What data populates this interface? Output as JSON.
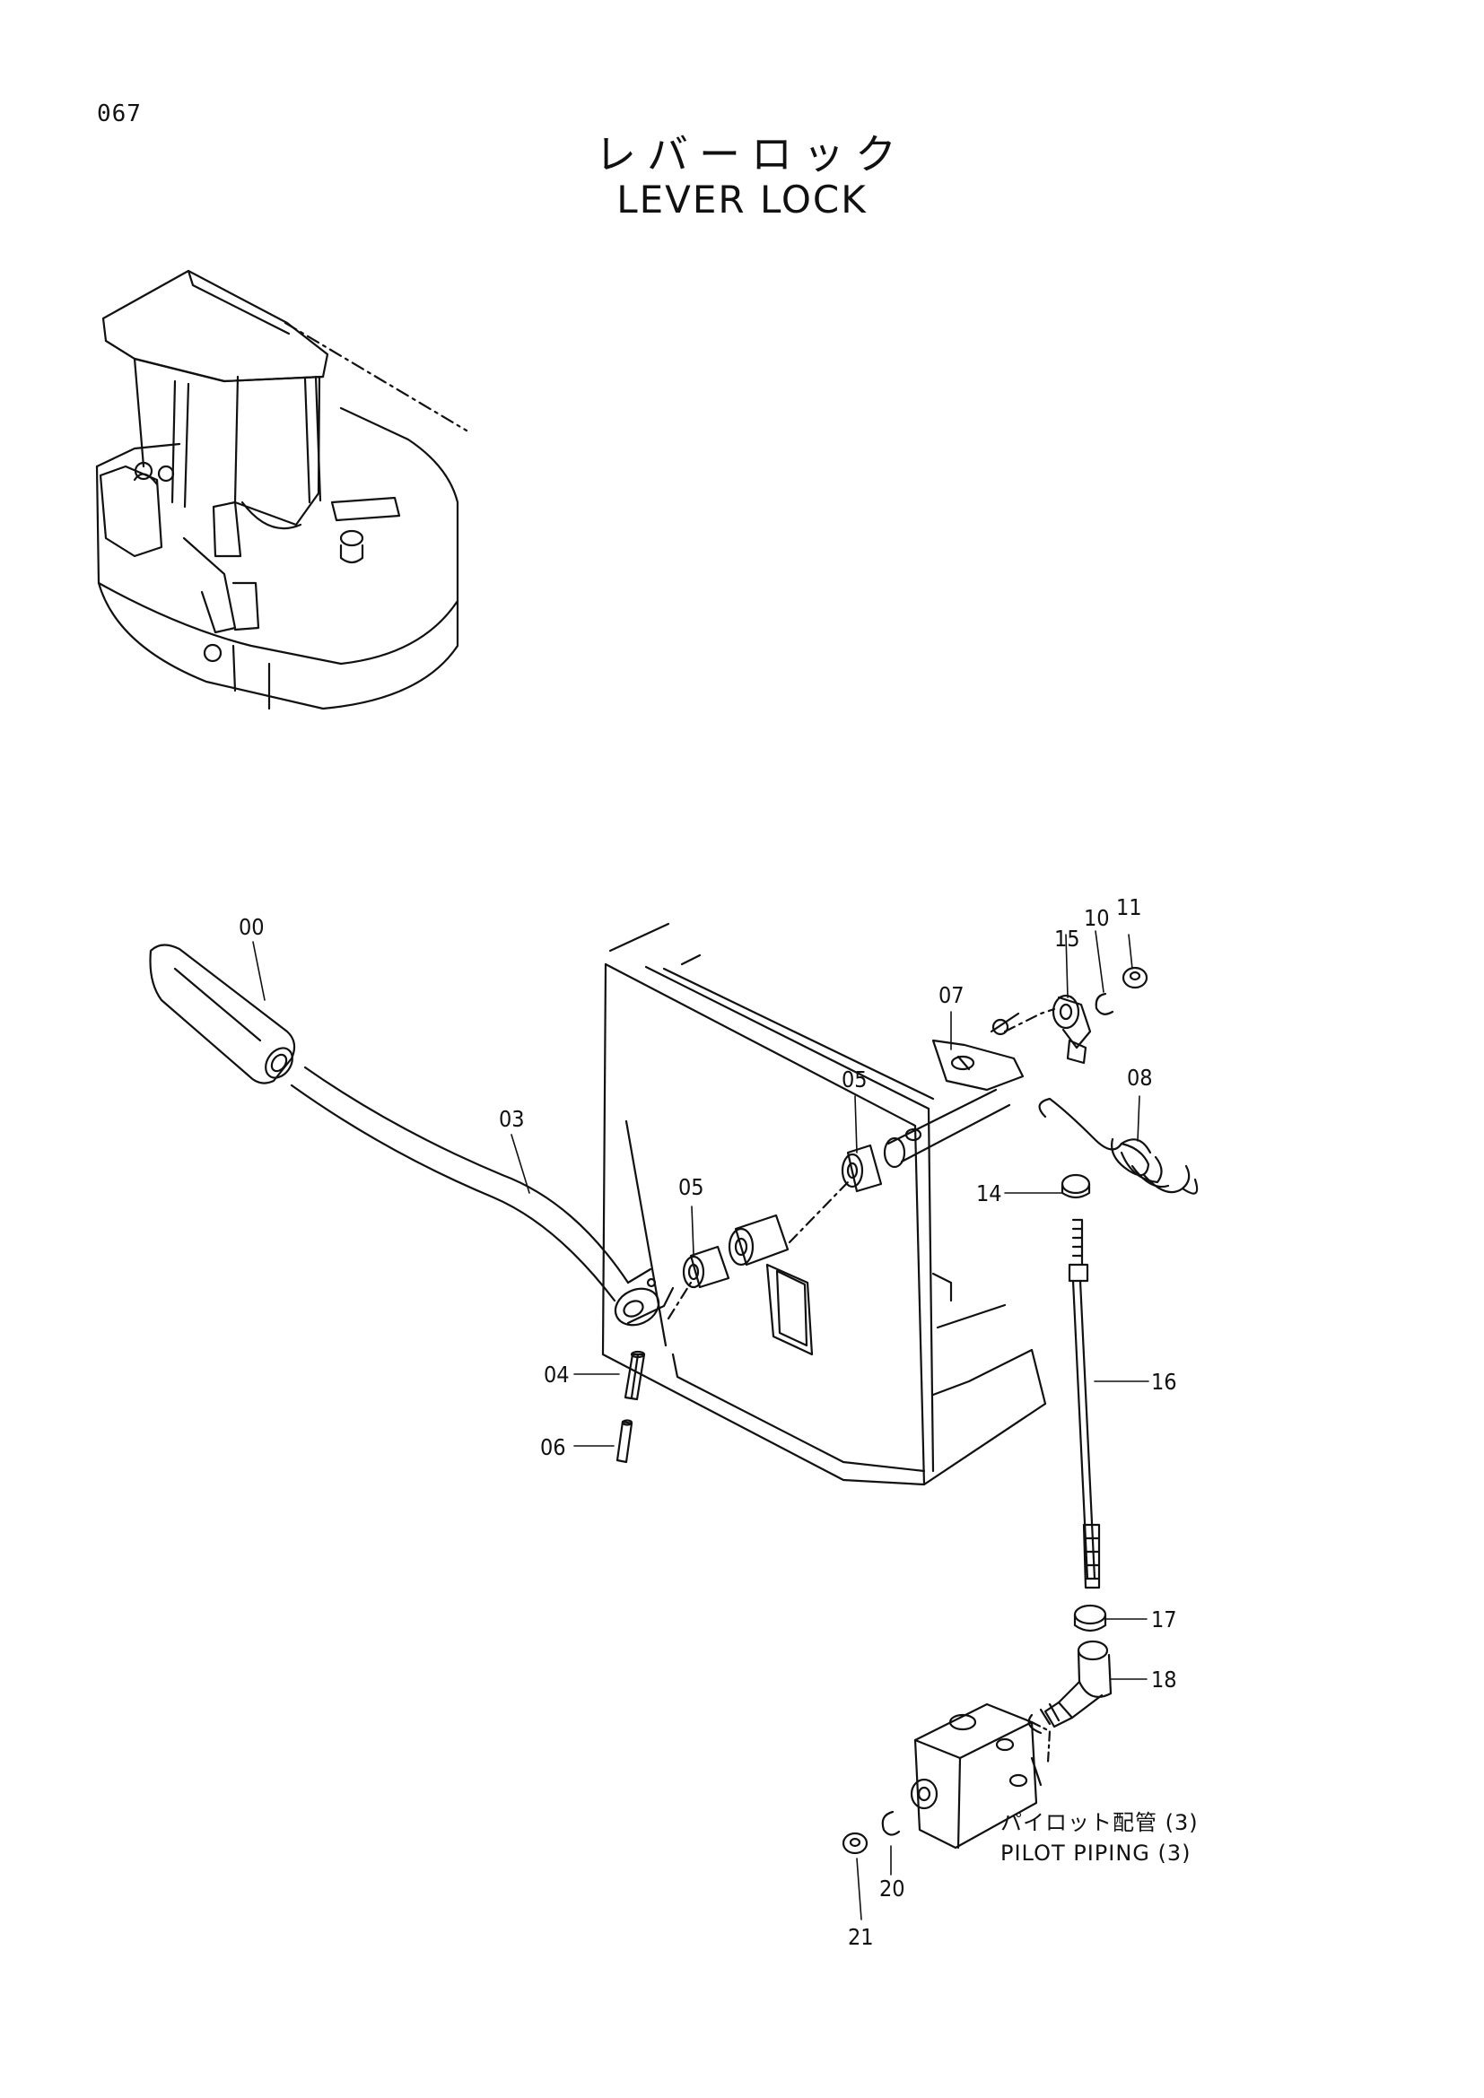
{
  "page": {
    "number": "067",
    "title_jp": "レバーロック",
    "title_en": "LEVER LOCK"
  },
  "callouts": [
    {
      "id": "00",
      "label": "00"
    },
    {
      "id": "03",
      "label": "03"
    },
    {
      "id": "04",
      "label": "04"
    },
    {
      "id": "05a",
      "label": "05"
    },
    {
      "id": "05b",
      "label": "05"
    },
    {
      "id": "06",
      "label": "06"
    },
    {
      "id": "07",
      "label": "07"
    },
    {
      "id": "08",
      "label": "08"
    },
    {
      "id": "10",
      "label": "10"
    },
    {
      "id": "11",
      "label": "11"
    },
    {
      "id": "14",
      "label": "14"
    },
    {
      "id": "15",
      "label": "15"
    },
    {
      "id": "16",
      "label": "16"
    },
    {
      "id": "17",
      "label": "17"
    },
    {
      "id": "18",
      "label": "18"
    },
    {
      "id": "20",
      "label": "20"
    },
    {
      "id": "21",
      "label": "21"
    }
  ],
  "note": {
    "jp": "パイロット配管 (3)",
    "en": "PILOT PIPING (3)"
  }
}
